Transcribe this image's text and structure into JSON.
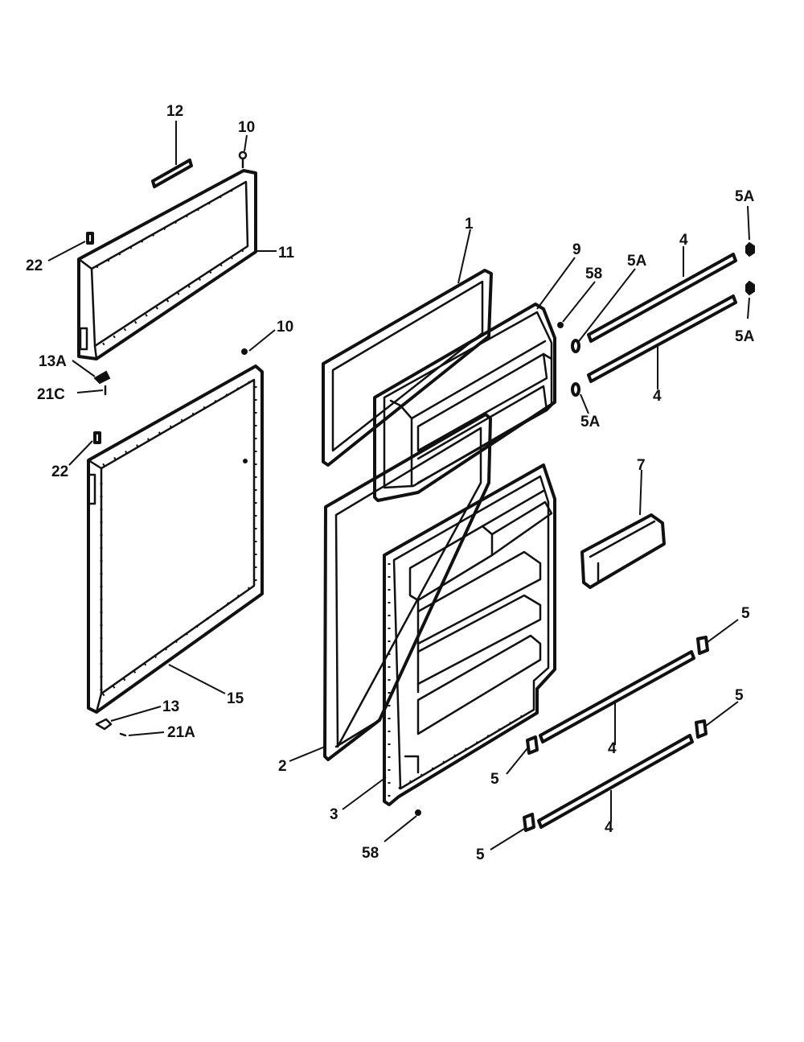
{
  "diagram": {
    "callouts": [
      {
        "id": "12",
        "text": "12"
      },
      {
        "id": "10a",
        "text": "10"
      },
      {
        "id": "22a",
        "text": "22"
      },
      {
        "id": "11",
        "text": "11"
      },
      {
        "id": "10b",
        "text": "10"
      },
      {
        "id": "13A",
        "text": "13A"
      },
      {
        "id": "21C",
        "text": "21C"
      },
      {
        "id": "22b",
        "text": "22"
      },
      {
        "id": "15",
        "text": "15"
      },
      {
        "id": "13",
        "text": "13"
      },
      {
        "id": "21A",
        "text": "21A"
      },
      {
        "id": "1",
        "text": "1"
      },
      {
        "id": "9",
        "text": "9"
      },
      {
        "id": "58a",
        "text": "58"
      },
      {
        "id": "5Aa",
        "text": "5A"
      },
      {
        "id": "4a",
        "text": "4"
      },
      {
        "id": "5Ab",
        "text": "5A"
      },
      {
        "id": "5Ac",
        "text": "5A"
      },
      {
        "id": "4b",
        "text": "4"
      },
      {
        "id": "5Ad",
        "text": "5A"
      },
      {
        "id": "7",
        "text": "7"
      },
      {
        "id": "5a",
        "text": "5"
      },
      {
        "id": "5b",
        "text": "5"
      },
      {
        "id": "4c",
        "text": "4"
      },
      {
        "id": "5c",
        "text": "5"
      },
      {
        "id": "2",
        "text": "2"
      },
      {
        "id": "3",
        "text": "3"
      },
      {
        "id": "4d",
        "text": "4"
      },
      {
        "id": "5d",
        "text": "5"
      },
      {
        "id": "58b",
        "text": "58"
      }
    ]
  }
}
